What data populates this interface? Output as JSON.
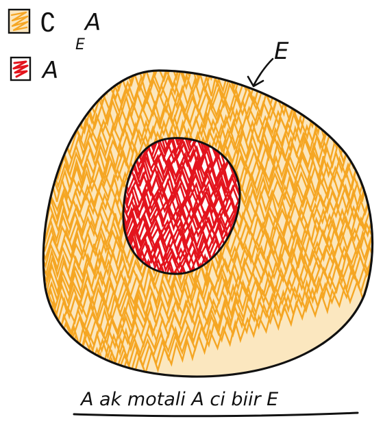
{
  "legend": {
    "items": [
      {
        "swatch_color": "#f5a623",
        "label": "∁",
        "subscript": "E",
        "label_suffix": "A"
      },
      {
        "swatch_color": "#e3141d",
        "label": "A",
        "subscript": "",
        "label_suffix": ""
      }
    ]
  },
  "set_E": {
    "label": "E",
    "fill_color": "#f5a623",
    "outline_color": "#111111"
  },
  "set_A": {
    "fill_color": "#e3141d",
    "outline_color": "#111111"
  },
  "caption": "A ak motali A ci biir E"
}
